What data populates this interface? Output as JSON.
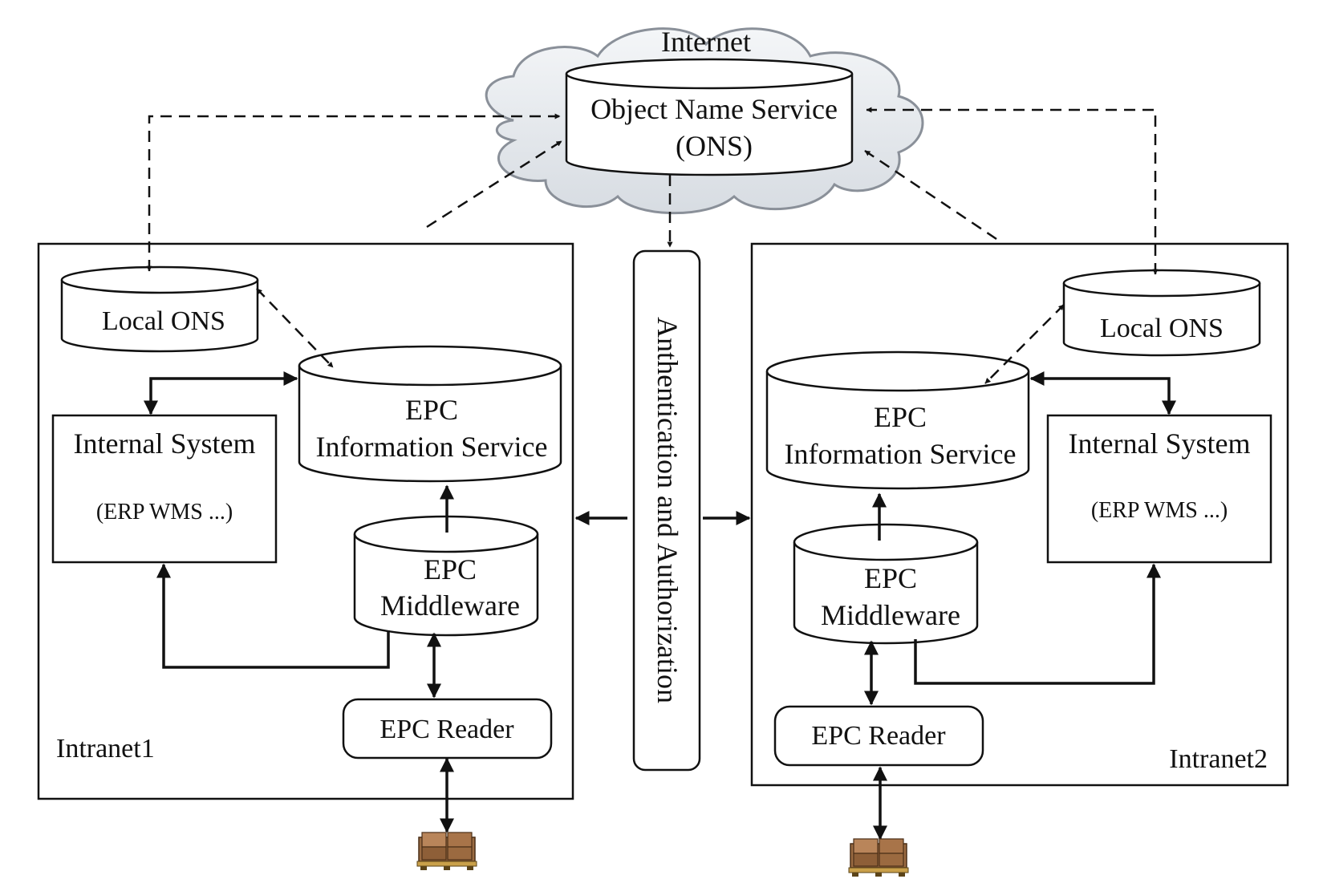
{
  "diagram": {
    "internet": {
      "label": "Internet"
    },
    "ons": {
      "line1": "Object Name Service",
      "line2": "(ONS)"
    },
    "auth": {
      "label": "Anthentication and Authorization"
    },
    "intranet1": {
      "label": "Intranet1",
      "local_ons": "Local ONS",
      "epcis_line1": "EPC",
      "epcis_line2": "Information Service",
      "internal_line1": "Internal System",
      "internal_line2": "(ERP WMS ...)",
      "middleware_line1": "EPC",
      "middleware_line2": "Middleware",
      "reader": "EPC Reader"
    },
    "intranet2": {
      "label": "Intranet2",
      "local_ons": "Local ONS",
      "epcis_line1": "EPC",
      "epcis_line2": "Information Service",
      "internal_line1": "Internal System",
      "internal_line2": "(ERP WMS ...)",
      "middleware_line1": "EPC",
      "middleware_line2": "Middleware",
      "reader": "EPC Reader"
    },
    "icons": [
      "cloud-icon",
      "pallet-icon"
    ]
  }
}
